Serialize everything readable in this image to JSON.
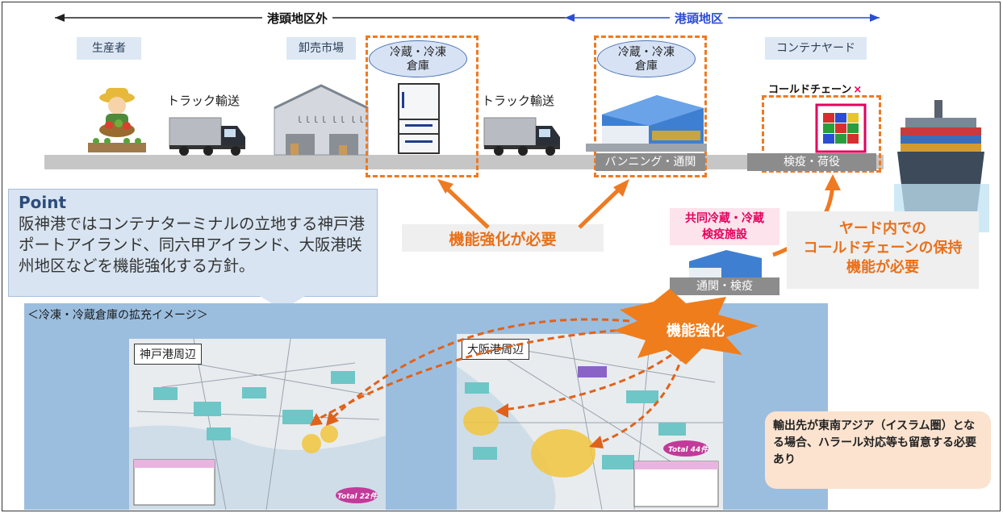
{
  "header": {
    "outside_port_label": "港頭地区外",
    "port_area_label": "港頭地区"
  },
  "stages": {
    "producer": "生産者",
    "wholesale_market": "卸売市場",
    "container_yard": "コンテナヤード"
  },
  "transport": {
    "truck_label_1": "トラック輸送",
    "truck_label_2": "トラック輸送"
  },
  "warehouses": {
    "cold_storage_1": "冷蔵・冷凍\n倉庫",
    "cold_storage_2": "冷蔵・冷凍\n倉庫"
  },
  "bars": {
    "vanning_customs": "バンニング・通関",
    "quarantine_handling": "検疫・荷役",
    "customs_quarantine": "通関・検疫"
  },
  "cold_chain": {
    "label": "コールドチェーン",
    "mark": "×"
  },
  "point": {
    "title": "Point",
    "text": "阪神港ではコンテナターミナルの立地する神戸港ポートアイランド、同六甲アイランド、大阪港咲州地区などを機能強化する方針。"
  },
  "callouts": {
    "function_needed": "機能強化が必要",
    "joint_facility": "共同冷蔵・冷蔵\n検疫施設",
    "yard_cold_chain": "ヤード内での\nコールドチェーンの保持\n機能が必要",
    "strengthen": "機能強化"
  },
  "lower": {
    "title": "＜冷凍・冷蔵倉庫の拡充イメージ＞",
    "kobe_label": "神戸港周辺",
    "osaka_label": "大阪港周辺",
    "kobe_total": "Total 22件",
    "osaka_total": "Total 44件"
  },
  "note": {
    "text": "輸出先が東南アジア（イスラム圏）となる場合、ハラール対応等も留意する必要あり"
  },
  "colors": {
    "accent_orange": "#ee7a22",
    "label_blue": "#dde8f4",
    "port_blue": "#2b4dd4"
  }
}
